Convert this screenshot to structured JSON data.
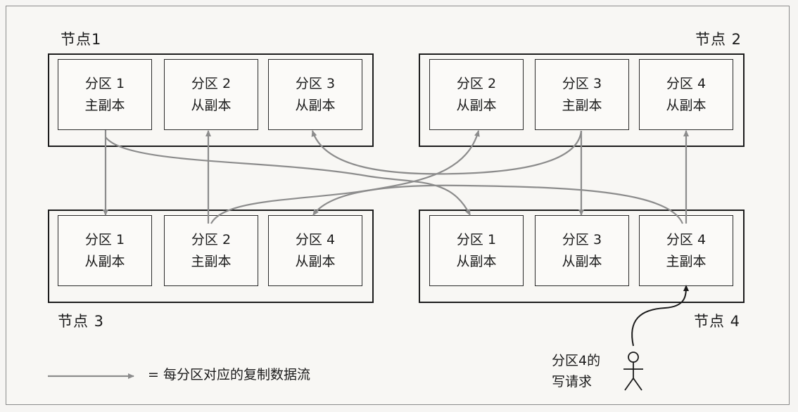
{
  "nodes": [
    {
      "label": "节点1",
      "partitions": [
        {
          "id": "分区 1",
          "role": "主副本"
        },
        {
          "id": "分区 2",
          "role": "从副本"
        },
        {
          "id": "分区 3",
          "role": "从副本"
        }
      ]
    },
    {
      "label": "节点 2",
      "partitions": [
        {
          "id": "分区 2",
          "role": "从副本"
        },
        {
          "id": "分区 3",
          "role": "主副本"
        },
        {
          "id": "分区 4",
          "role": "从副本"
        }
      ]
    },
    {
      "label": "节点 3",
      "partitions": [
        {
          "id": "分区 1",
          "role": "从副本"
        },
        {
          "id": "分区 2",
          "role": "主副本"
        },
        {
          "id": "分区 4",
          "role": "从副本"
        }
      ]
    },
    {
      "label": "节点 4",
      "partitions": [
        {
          "id": "分区 1",
          "role": "从副本"
        },
        {
          "id": "分区 3",
          "role": "从副本"
        },
        {
          "id": "分区 4",
          "role": "主副本"
        }
      ]
    }
  ],
  "legend": {
    "text": "= 每分区对应的复制数据流"
  },
  "client": {
    "line1": "分区4的",
    "line2": "写请求"
  },
  "colors": {
    "arrow": "#8c8c8c",
    "border": "#1c1c1c",
    "background": "#f6f5f3"
  },
  "icons": {
    "client": "person-icon"
  }
}
